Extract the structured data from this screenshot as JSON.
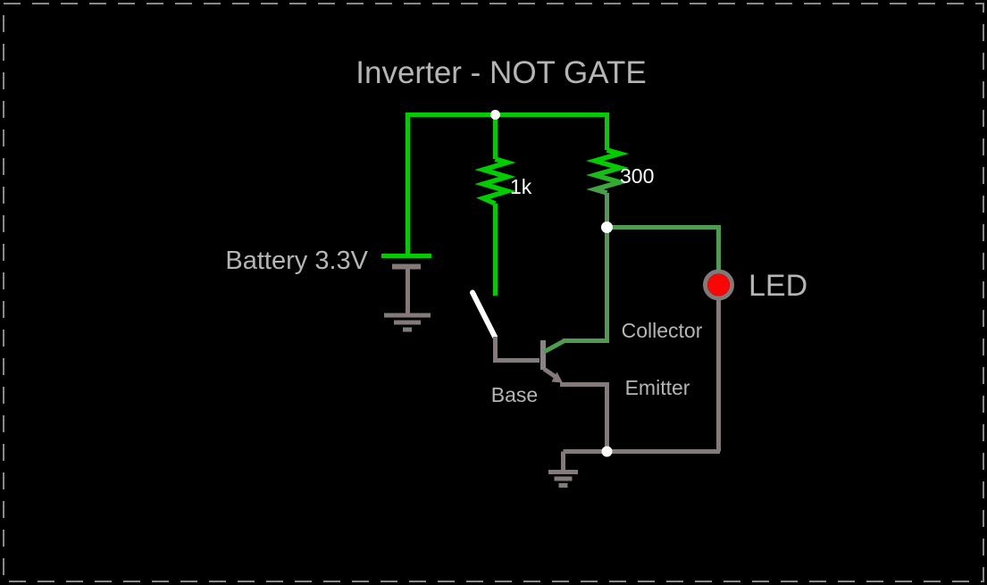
{
  "title": "Inverter - NOT GATE",
  "colors": {
    "background": "#000000",
    "border": "#8a8a8a",
    "label_text": "#b5b5b5",
    "value_text": "#ffffff",
    "wire_high": "#00cc00",
    "wire_mid": "#4f9b50",
    "wire_neutral": "#857a7a",
    "transistor_body": "#8b8383",
    "switch_lever": "#ffffff",
    "junction_dot": "#ffffff",
    "led_ring": "#807b7b",
    "led_on": "#fb0505"
  },
  "components": {
    "battery": {
      "label": "Battery 3.3V"
    },
    "resistor_base": {
      "value": "1k"
    },
    "resistor_led": {
      "value": "300"
    },
    "transistor": {
      "base_label": "Base",
      "collector_label": "Collector",
      "emitter_label": "Emitter"
    },
    "led": {
      "label": "LED"
    }
  }
}
